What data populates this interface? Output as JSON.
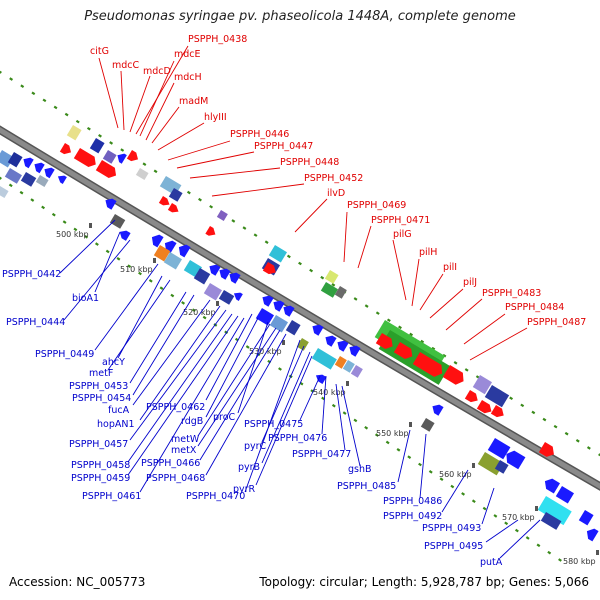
{
  "title": "Pseudomonas syringae pv. phaseolicola 1448A, complete genome",
  "footer": {
    "accession": "Accession: NC_005773",
    "summary": "Topology: circular; Length: 5,928,787 bp; Genes: 5,066"
  },
  "colors": {
    "backbone": "#8a8a8a",
    "forward_label": "#e00000",
    "reverse_label": "#0000cc",
    "forward_gene": "#ff1010",
    "reverse_gene": "#0a0aff",
    "dots": "#3a8a1a"
  },
  "scale_ticks": [
    "500 kbp",
    "510 kbp",
    "520 kbp",
    "530 kbp",
    "540 kbp",
    "550 kbp",
    "560 kbp",
    "570 kbp",
    "580 kbp"
  ],
  "forward_labels": [
    "citG",
    "mdcC",
    "mdcD",
    "PSPPH_0438",
    "mdcE",
    "mdcH",
    "madM",
    "hlyIII",
    "PSPPH_0446",
    "PSPPH_0447",
    "PSPPH_0448",
    "PSPPH_0452",
    "ilvD",
    "PSPPH_0469",
    "PSPPH_0471",
    "pilG",
    "pilH",
    "pilI",
    "pilJ",
    "PSPPH_0483",
    "PSPPH_0484",
    "PSPPH_0487"
  ],
  "reverse_labels": [
    "PSPPH_0442",
    "bioA1",
    "PSPPH_0444",
    "PSPPH_0449",
    "ahcY",
    "metF",
    "PSPPH_0453",
    "PSPPH_0454",
    "fucA",
    "hopAN1",
    "PSPPH_0457",
    "PSPPH_0458",
    "PSPPH_0459",
    "PSPPH_0461",
    "PSPPH_0462",
    "rdgB",
    "proC",
    "metW",
    "metX",
    "PSPPH_0466",
    "PSPPH_0468",
    "PSPPH_0470",
    "pyrC",
    "pyrB",
    "pyrR",
    "PSPPH_0475",
    "PSPPH_0476",
    "PSPPH_0477",
    "gshB",
    "PSPPH_0485",
    "PSPPH_0486",
    "PSPPH_0492",
    "PSPPH_0493",
    "PSPPH_0495",
    "putA"
  ]
}
